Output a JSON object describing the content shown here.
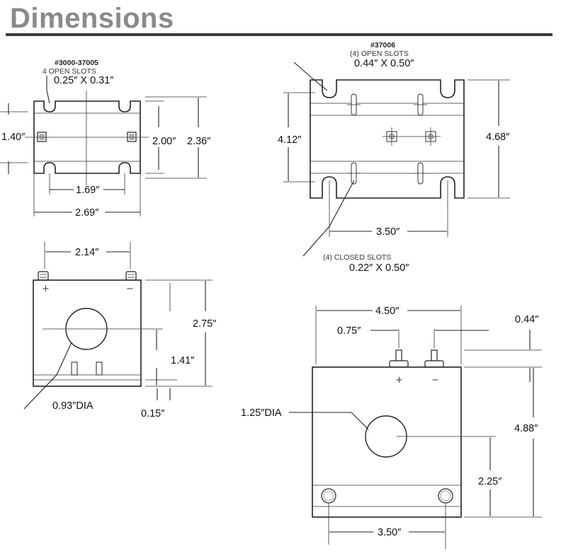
{
  "header": {
    "title": "Dimensions"
  },
  "view1": {
    "part": "#3000-37005",
    "slot_label": "4 OPEN SLOTS",
    "slot_size": "0.25″ X 0.31″",
    "dim_left": "1.40″",
    "dim_mid": "2.00″",
    "dim_height": "2.36″",
    "dim_inner": "1.69″",
    "dim_width": "2.69″"
  },
  "view2": {
    "part": "#37006",
    "slot_label": "(4) OPEN SLOTS",
    "slot_size": "0.44″ X 0.50″",
    "dim_left": "4.12″",
    "dim_height": "4.68″",
    "dim_span": "3.50″",
    "closed_label": "(4) CLOSED SLOTS",
    "closed_size": "0.22″ X 0.50″"
  },
  "view3": {
    "dim_terminals": "2.14″",
    "dim_height": "2.75″",
    "dim_center": "1.41″",
    "dim_dia": "0.93″DIA",
    "dim_base": "0.15″",
    "plus": "+",
    "minus": "−"
  },
  "view4": {
    "dim_width": "4.50″",
    "dim_terminal": "0.75″",
    "dim_top": "0.44″",
    "dim_dia": "1.25″DIA",
    "dim_height": "4.88″",
    "dim_center": "2.25″",
    "dim_holes": "3.50″",
    "plus": "+",
    "minus": "−"
  }
}
